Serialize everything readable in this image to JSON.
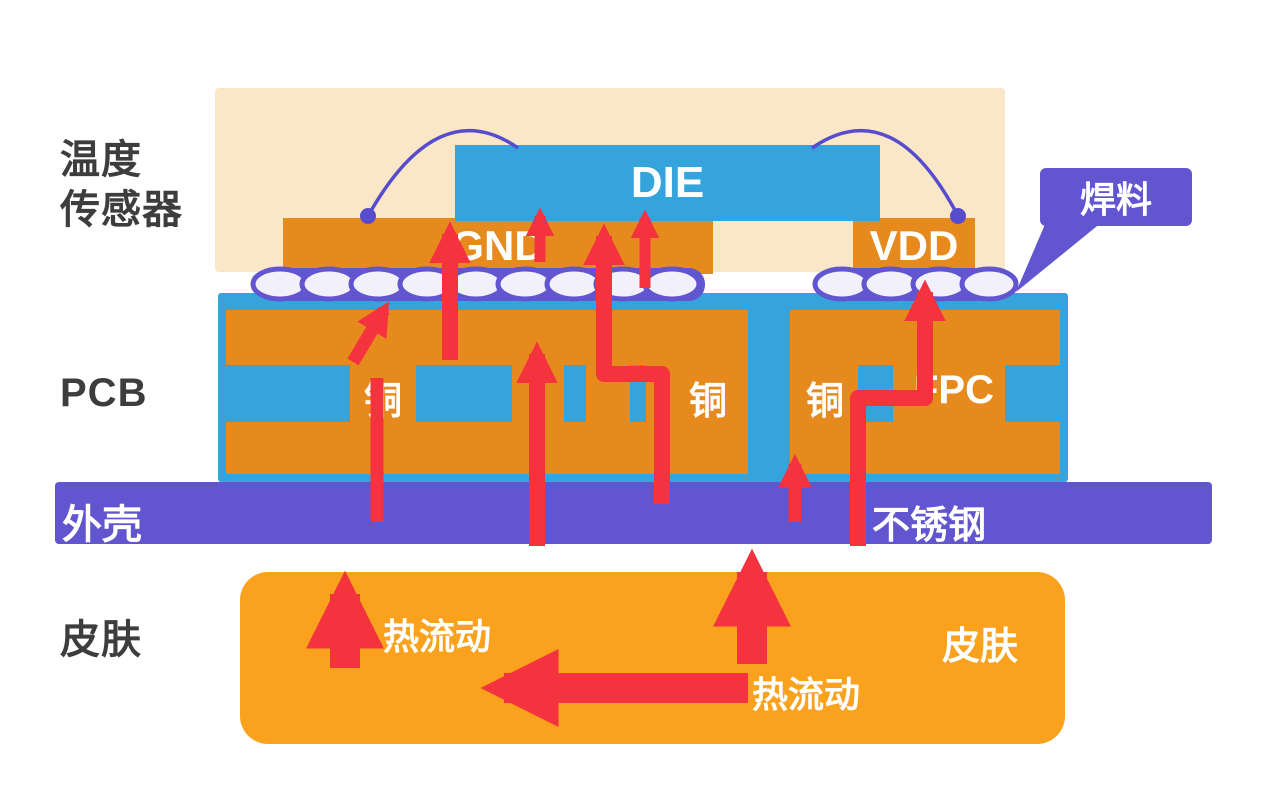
{
  "colors": {
    "cream": "#FAE7C7",
    "blue": "#36A4DC",
    "orange": "#E78A1E",
    "purple": "#6156D0",
    "wire-purple": "#584CCE",
    "solder-fill": "#F2F0FB",
    "red": "#F4333E",
    "skin": "#FAA21E",
    "label-dark": "#3D3D3D"
  },
  "side_labels": {
    "sensor_line1": "温度",
    "sensor_line2": "传感器",
    "pcb": "PCB",
    "skin": "皮肤"
  },
  "package": {
    "die": "DIE",
    "gnd": "GND",
    "vdd": "VDD"
  },
  "callout": {
    "solder": "焊料"
  },
  "pcb_layers": {
    "copper_left": "铜",
    "copper_mid": "铜",
    "copper_right": "铜",
    "fpc": "FPC"
  },
  "housing": {
    "label": "外壳",
    "material": "不锈钢"
  },
  "skin_block": {
    "heat_flow_up": "热流动",
    "heat_flow_side": "热流动",
    "skin": "皮肤"
  }
}
